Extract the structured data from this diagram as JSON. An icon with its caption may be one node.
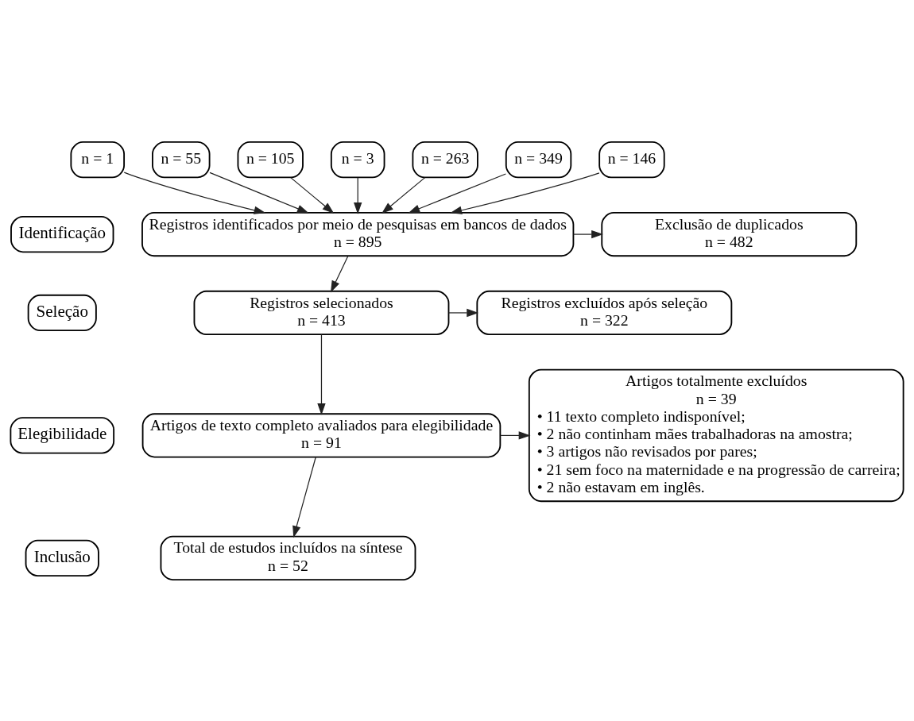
{
  "diagram": {
    "nodes": [
      {
        "text": [
          "n = 1"
        ]
      },
      {
        "text": [
          "n = 55"
        ]
      },
      {
        "text": [
          "n = 105"
        ]
      },
      {
        "text": [
          "n = 3"
        ]
      },
      {
        "text": [
          "n = 263"
        ]
      },
      {
        "text": [
          "n = 349"
        ]
      },
      {
        "text": [
          "n = 146"
        ]
      },
      {
        "text": [
          "Registros identificados por meio de pesquisas em bancos de dados",
          "n = 895"
        ]
      },
      {
        "text": [
          "Exclusão de duplicados",
          "n = 482"
        ]
      },
      {
        "text": [
          "Registros selecionados",
          "n = 413"
        ]
      },
      {
        "text": [
          "Registros excluídos após seleção",
          "n = 322"
        ]
      },
      {
        "text": [
          "Artigos de texto completo avaliados para elegibilidade",
          "n = 91"
        ]
      },
      {
        "text": [
          "Artigos totalmente excluídos",
          "n = 39",
          "• 11 texto completo indisponível;",
          "• 2 não continham mães trabalhadoras na amostra;",
          "• 3 artigos não revisados por pares;",
          "• 21 sem foco na maternidade e na progressão de carreira;",
          "• 2 não estavam em inglês."
        ]
      },
      {
        "text": [
          "Total de estudos incluídos na síntese",
          "n = 52"
        ]
      },
      {
        "text": [
          "Identificação"
        ]
      },
      {
        "text": [
          "Seleção"
        ]
      },
      {
        "text": [
          "Elegibilidade"
        ]
      },
      {
        "text": [
          "Inclusão"
        ]
      }
    ],
    "edges": [
      {
        "from": 0,
        "to": 7,
        "arrow": "to"
      },
      {
        "from": 1,
        "to": 7,
        "arrow": "to"
      },
      {
        "from": 2,
        "to": 7,
        "arrow": "to"
      },
      {
        "from": 3,
        "to": 7,
        "arrow": "to"
      },
      {
        "from": 4,
        "to": 7,
        "arrow": "to"
      },
      {
        "from": 5,
        "to": 7,
        "arrow": "to"
      },
      {
        "from": 6,
        "to": 7,
        "arrow": "to"
      },
      {
        "from": 7,
        "to": 8,
        "arrow": "to"
      },
      {
        "from": 7,
        "to": 9,
        "arrow": "to"
      },
      {
        "from": 9,
        "to": 10,
        "arrow": "to"
      },
      {
        "from": 9,
        "to": 11,
        "arrow": "to"
      },
      {
        "from": 11,
        "to": 12,
        "arrow": "to"
      },
      {
        "from": 11,
        "to": 13,
        "arrow": "to"
      }
    ]
  }
}
